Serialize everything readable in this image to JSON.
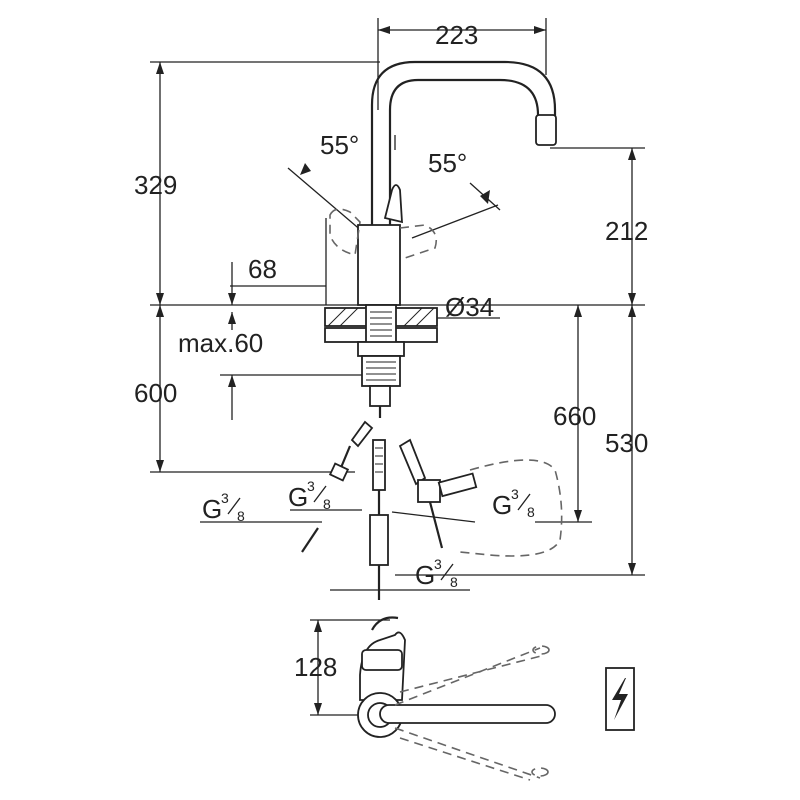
{
  "dimensions": {
    "spout_reach": "223",
    "total_height": "329",
    "spout_height": "212",
    "body_offset": "68",
    "hole_diameter": "Ø34",
    "max_thickness": "max.60",
    "hose_length_600": "600",
    "hose_length_660": "660",
    "connection_height": "530",
    "handle_height": "128",
    "angle_left": "55°",
    "angle_right": "55°"
  },
  "connections": [
    {
      "prefix": "G",
      "num": "3",
      "den": "8"
    },
    {
      "prefix": "G",
      "num": "3",
      "den": "8"
    },
    {
      "prefix": "G",
      "num": "3",
      "den": "8"
    },
    {
      "prefix": "G",
      "num": "3",
      "den": "8"
    }
  ],
  "icons": {
    "electrical": "lightning-bolt"
  }
}
